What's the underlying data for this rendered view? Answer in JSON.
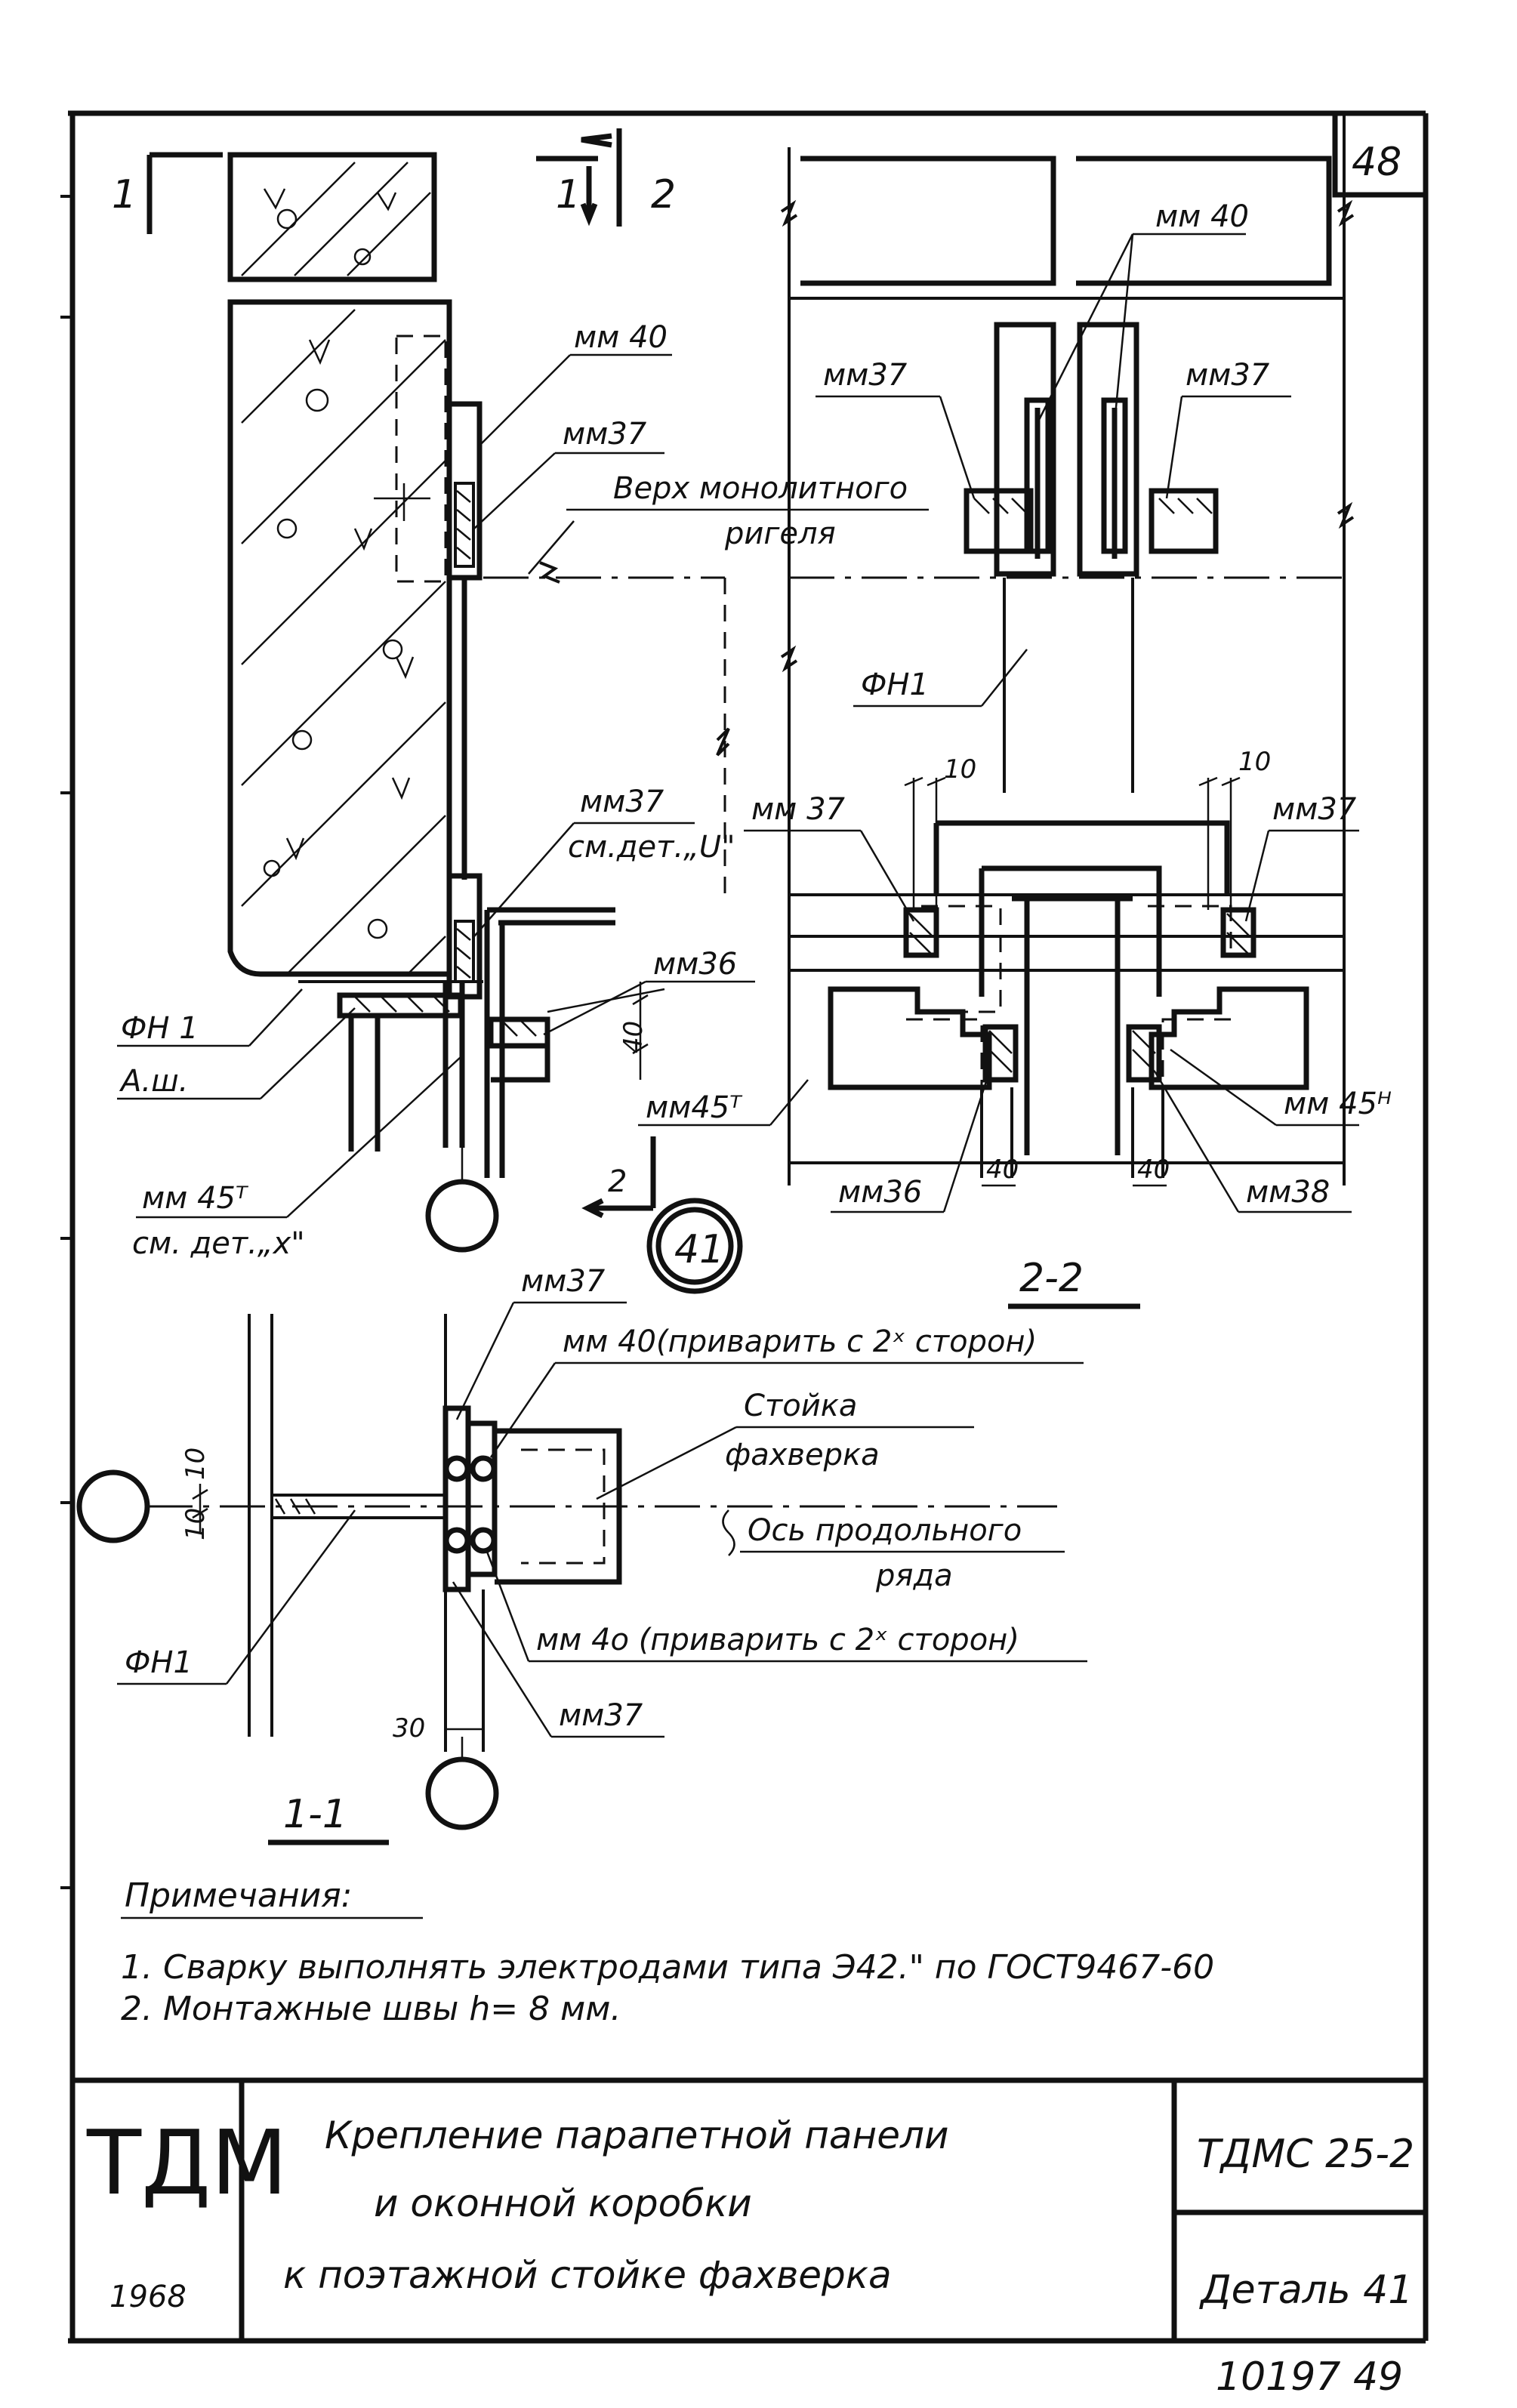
{
  "sheet": {
    "number": "48",
    "org": "ТДМ",
    "year": "1968",
    "title_lines": [
      "Крепление парапетной панели",
      "и оконной коробки",
      "к поэтажной стойке фахверка"
    ],
    "code": "ТДМС 25-2",
    "detail": "Деталь 41",
    "bottom_number": "10197 49"
  },
  "section_marks": {
    "left_1": "1",
    "top_1": "1",
    "top_2": "2",
    "bottom_2": "2",
    "detail_bubble": "41"
  },
  "view_titles": {
    "section_2_2": "2-2",
    "section_1_1": "1-1"
  },
  "labels_main": {
    "mm40": "мм 40",
    "mm37_top": "мм37",
    "verh": "Верх монолитного",
    "rigel": "ригеля",
    "mm37_mid": "мм37",
    "sm_det_u": "см.дет.„U\"",
    "mm36": "мм36",
    "dim40": "40",
    "fn1": "ФН 1",
    "ash": "А.ш.",
    "mm45t_a": "мм45ᵀ",
    "mm45t_b": "мм 45ᵀ",
    "sm_det_x": "см. дет.„x\""
  },
  "labels_2_2": {
    "mm40": "мм 40",
    "mm37_left": "мм37",
    "mm37_right": "мм37",
    "fn1": "ФН1",
    "dim10_left": "10",
    "dim10_right": "10",
    "mm37_low_left": "мм 37",
    "mm37_low_right": "мм37",
    "mm45n": "мм 45ᴴ",
    "mm36": "мм36",
    "mm38": "мм38",
    "dim40_left": "40",
    "dim40_right": "40"
  },
  "labels_1_1": {
    "mm37_top": "мм37",
    "mm40_top": "мм 40(приварить с 2ˣ сторон)",
    "stoika": "Стойка",
    "fakhverka": "фахверка",
    "os": "Ось продольного",
    "ryada": "ряда",
    "mm40_bottom": "мм 4о (приварить с 2ˣ сторон)",
    "mm37_bottom": "мм37",
    "fn1": "ФН1",
    "dim10_a": "10",
    "dim10_b": "10",
    "dim10_c": "10",
    "dim30": "30"
  },
  "notes": {
    "heading": "Примечания:",
    "items": [
      "1. Сварку выполнять электродами типа Э42.\" по ГОСТ9467-60",
      "2. Монтажные швы h= 8 мм."
    ]
  }
}
